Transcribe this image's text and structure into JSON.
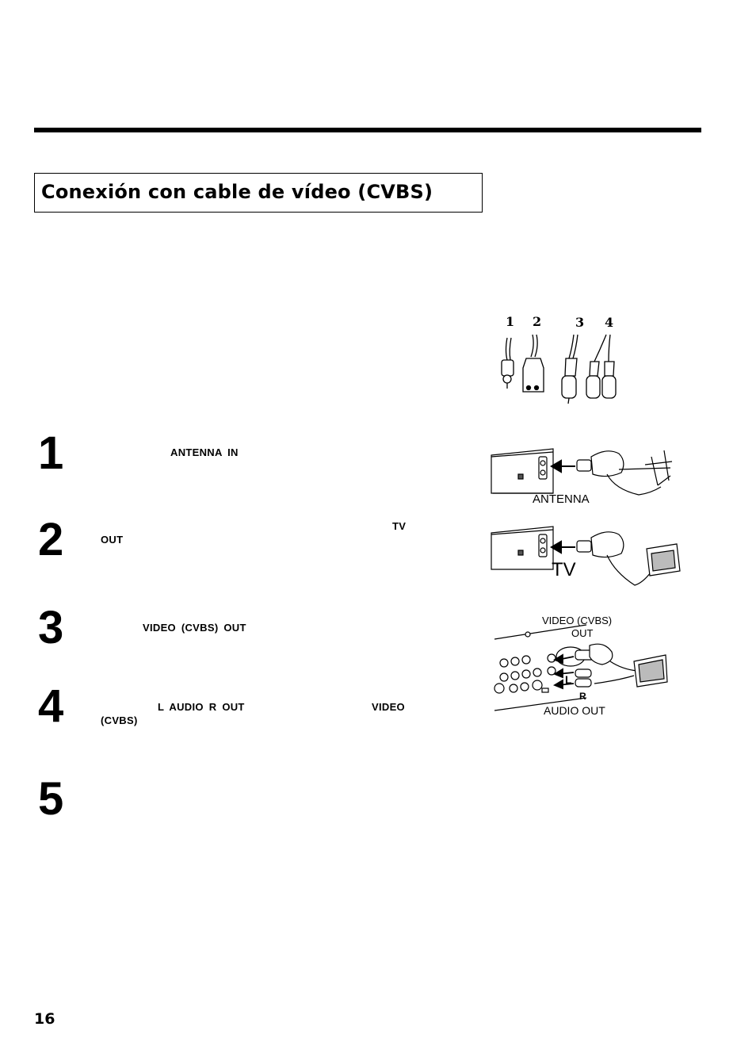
{
  "section": {
    "title": "Conexión con cable de vídeo (CVBS)"
  },
  "steps": [
    {
      "number": "1",
      "labels": [
        "ANTENNA IN"
      ]
    },
    {
      "number": "2",
      "labels": [
        "TV",
        "OUT"
      ]
    },
    {
      "number": "3",
      "labels": [
        "VIDEO (CVBS) OUT"
      ]
    },
    {
      "number": "4",
      "labels": [
        "L AUDIO R OUT",
        "VIDEO",
        "(CVBS)"
      ]
    },
    {
      "number": "5",
      "labels": []
    }
  ],
  "figures": {
    "cables": {
      "numbers": [
        "1",
        "2",
        "3",
        "4"
      ]
    },
    "antenna": {
      "caption": "ANTENNA"
    },
    "tv": {
      "caption": "TV"
    },
    "av": {
      "video_label_1": "VIDEO (CVBS)",
      "video_label_2": "OUT",
      "audio_label": "AUDIO OUT",
      "left": "L",
      "right": "R"
    }
  },
  "page": {
    "number": "16"
  }
}
